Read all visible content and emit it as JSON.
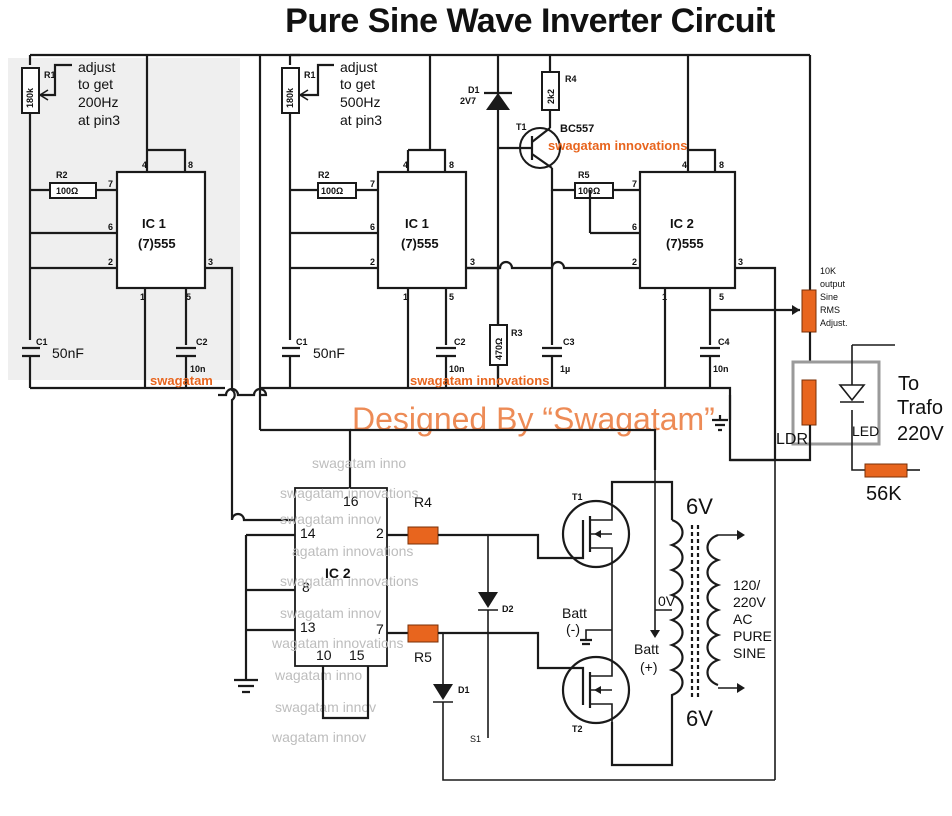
{
  "title": "Pure Sine Wave Inverter Circuit",
  "designed_by": "Designed By “Swagatam”",
  "watermarks": {
    "short": "swagatam",
    "full": "swagatam innovations",
    "partial_1": "swagatam inno",
    "partial_2": "swagatam innovations",
    "partial_3": "swagatam innov",
    "partial_4": "agatam innovations",
    "partial_5": "swagatam innovations",
    "partial_6": "swagatam innov",
    "partial_7": "wagatam innovations",
    "partial_8": "wagatam inno",
    "partial_9": "swagatam innov",
    "partial_10": "wagatam innov"
  },
  "stage1": {
    "r1": "R1",
    "r1_value": "180k",
    "adjust_1": "adjust",
    "adjust_2": "to get",
    "adjust_3": "200Hz",
    "adjust_4": "at pin3",
    "r2": "R2",
    "r2_value": "100Ω",
    "ic_name": "IC 1",
    "ic_type": "(7)555",
    "c1": "C1",
    "c1_value": "50nF",
    "c2": "C2",
    "c2_value": "10n",
    "pin4": "4",
    "pin8": "8",
    "pin7": "7",
    "pin6": "6",
    "pin2": "2",
    "pin3": "3",
    "pin1": "1",
    "pin5": "5"
  },
  "stage2": {
    "r1": "R1",
    "r1_value": "180k",
    "adjust_1": "adjust",
    "adjust_2": "to get",
    "adjust_3": "500Hz",
    "adjust_4": "at pin3",
    "r2": "R2",
    "r2_value": "100Ω",
    "ic_name": "IC 1",
    "ic_type": "(7)555",
    "c1": "C1",
    "c1_value": "50nF",
    "c2": "C2",
    "c2_value": "10n",
    "pin4": "4",
    "pin8": "8",
    "pin7": "7",
    "pin6": "6",
    "pin2": "2",
    "pin3": "3",
    "pin1": "1",
    "pin5": "5"
  },
  "stage3": {
    "d1": "D1",
    "d1_value": "2V7",
    "r4": "R4",
    "r4_value": "2k2",
    "t1": "T1",
    "t1_value": "BC557",
    "r5": "R5",
    "r5_value": "100Ω",
    "r3": "R3",
    "r3_value": "470Ω",
    "c3": "C3",
    "c3_value": "1µ",
    "ic_name": "IC 2",
    "ic_type": "(7)555",
    "c4": "C4",
    "c4_value": "10n",
    "pin4": "4",
    "pin8": "8",
    "pin7": "7",
    "pin6": "6",
    "pin2": "2",
    "pin3": "3",
    "pin1": "1",
    "pin5": "5"
  },
  "rms_adjust": {
    "line1": "10K",
    "line2": "output",
    "line3": "Sine",
    "line4": "RMS",
    "line5": "Adjust."
  },
  "optocoupler": {
    "to": "To",
    "trafo": "Trafo",
    "volt": "220V",
    "ldr": "LDR",
    "led": "LED",
    "resistor": "56K"
  },
  "driver": {
    "ic_name": "IC 2",
    "pin16": "16",
    "pin14": "14",
    "pin2": "2",
    "pin8": "8",
    "pin13": "13",
    "pin7": "7",
    "pin10": "10",
    "pin15": "15",
    "r4": "R4",
    "r5": "R5",
    "d1": "D1",
    "d2": "D2",
    "s1": "S1"
  },
  "output": {
    "t1": "T1",
    "t2": "T2",
    "v_top": "6V",
    "v_bottom": "6V",
    "v_mid": "0V",
    "batt_neg_1": "Batt",
    "batt_neg_2": "(-)",
    "batt_pos_1": "Batt",
    "batt_pos_2": "(+)",
    "ac_1": "120/",
    "ac_2": "220V",
    "ac_3": "AC",
    "ac_4": "PURE",
    "ac_5": "SINE"
  }
}
